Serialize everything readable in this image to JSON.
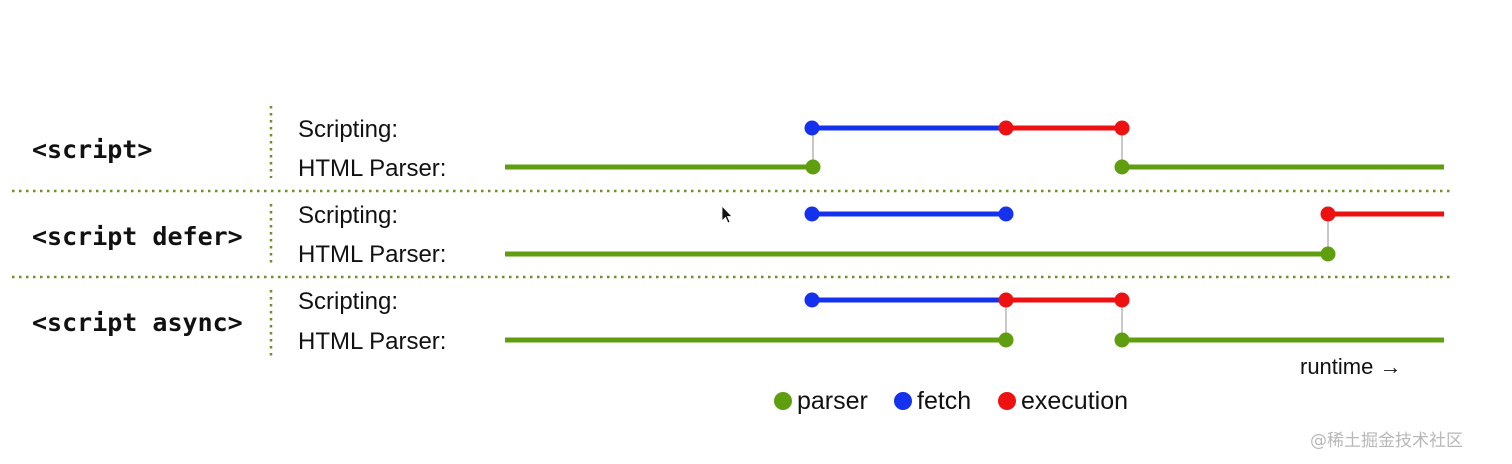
{
  "colors": {
    "parser": "#5e9e0f",
    "fetch": "#1432ee",
    "execution": "#ee1111",
    "connector": "#c8c8c8",
    "separator": "#6f8f2a"
  },
  "lanes": {
    "scripting": "Scripting:",
    "parser": "HTML Parser:"
  },
  "rows": [
    {
      "label": "<script>",
      "scripting": [
        {
          "kind": "fetch",
          "start": 812,
          "end": 1006
        },
        {
          "kind": "execution",
          "start": 1006,
          "end": 1122
        }
      ],
      "scripting_dots": [
        {
          "kind": "fetch",
          "at": 812
        },
        {
          "kind": "execution",
          "at": 1006
        },
        {
          "kind": "execution",
          "at": 1122
        }
      ],
      "parser": [
        {
          "start": 505,
          "end": 813
        },
        {
          "start": 1122,
          "end": 1444
        }
      ],
      "parser_dots": [
        813,
        1122
      ],
      "connectors": [
        813,
        1122
      ]
    },
    {
      "label": "<script defer>",
      "scripting": [
        {
          "kind": "fetch",
          "start": 812,
          "end": 1006
        },
        {
          "kind": "execution",
          "start": 1328,
          "end": 1444
        }
      ],
      "scripting_dots": [
        {
          "kind": "fetch",
          "at": 812
        },
        {
          "kind": "fetch",
          "at": 1006
        },
        {
          "kind": "execution",
          "at": 1328
        }
      ],
      "parser": [
        {
          "start": 505,
          "end": 1328
        }
      ],
      "parser_dots": [
        1328
      ],
      "connectors": [
        1328
      ]
    },
    {
      "label": "<script async>",
      "scripting": [
        {
          "kind": "fetch",
          "start": 812,
          "end": 1006
        },
        {
          "kind": "execution",
          "start": 1006,
          "end": 1122
        }
      ],
      "scripting_dots": [
        {
          "kind": "fetch",
          "at": 812
        },
        {
          "kind": "execution",
          "at": 1006
        },
        {
          "kind": "execution",
          "at": 1122
        }
      ],
      "parser": [
        {
          "start": 505,
          "end": 1006
        },
        {
          "start": 1122,
          "end": 1444
        }
      ],
      "parser_dots": [
        1006,
        1122
      ],
      "connectors": [
        1006,
        1122
      ]
    }
  ],
  "axis_label": "runtime →",
  "legend": [
    {
      "key": "parser",
      "label": "parser"
    },
    {
      "key": "fetch",
      "label": "fetch"
    },
    {
      "key": "execution",
      "label": "execution"
    }
  ],
  "watermark": "@稀土掘金技术社区"
}
